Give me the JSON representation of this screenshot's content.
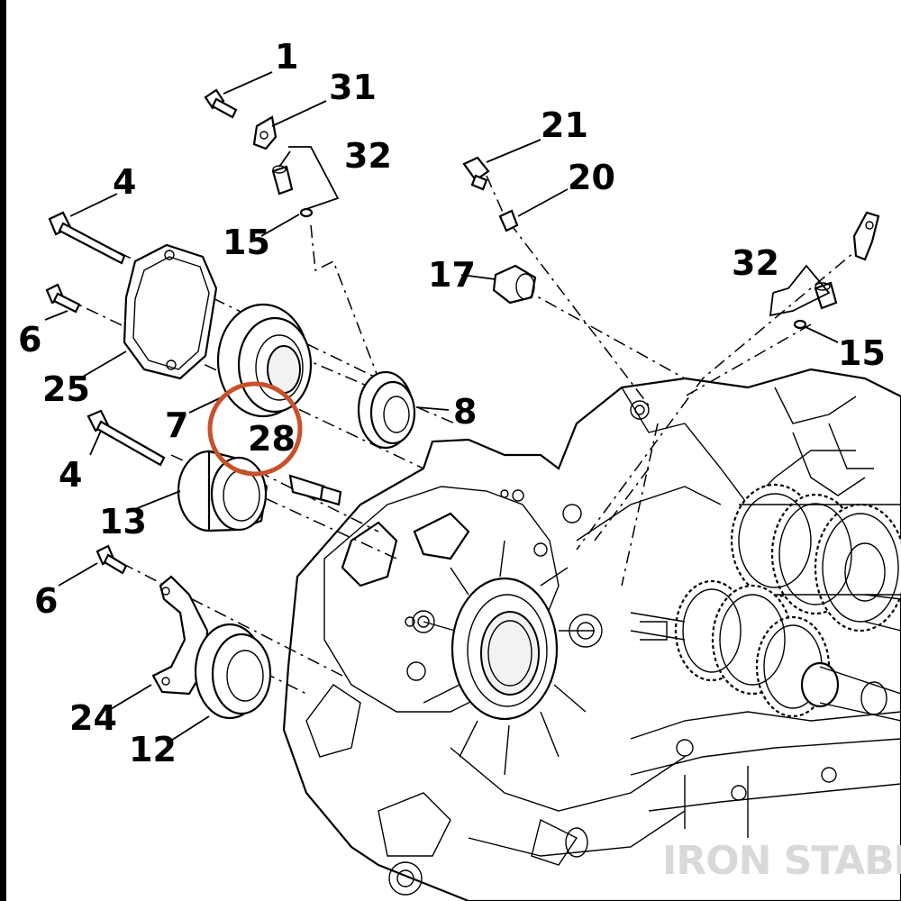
{
  "diagram": {
    "callouts": [
      {
        "id": "c1",
        "text": "1"
      },
      {
        "id": "c31",
        "text": "31"
      },
      {
        "id": "c32a",
        "text": "32"
      },
      {
        "id": "c15a",
        "text": "15"
      },
      {
        "id": "c4a",
        "text": "4"
      },
      {
        "id": "c6a",
        "text": "6"
      },
      {
        "id": "c25",
        "text": "25"
      },
      {
        "id": "c7",
        "text": "7"
      },
      {
        "id": "c28",
        "text": "28"
      },
      {
        "id": "c8",
        "text": "8"
      },
      {
        "id": "c4b",
        "text": "4"
      },
      {
        "id": "c13",
        "text": "13"
      },
      {
        "id": "c6b",
        "text": "6"
      },
      {
        "id": "c24",
        "text": "24"
      },
      {
        "id": "c12",
        "text": "12"
      },
      {
        "id": "c21",
        "text": "21"
      },
      {
        "id": "c20",
        "text": "20"
      },
      {
        "id": "c17",
        "text": "17"
      },
      {
        "id": "c32b",
        "text": "32"
      },
      {
        "id": "c15b",
        "text": "15"
      }
    ],
    "highlight": {
      "target": "28",
      "color": "#c8502a"
    },
    "watermark": "IRON STABLE",
    "border_color": "#000000"
  }
}
